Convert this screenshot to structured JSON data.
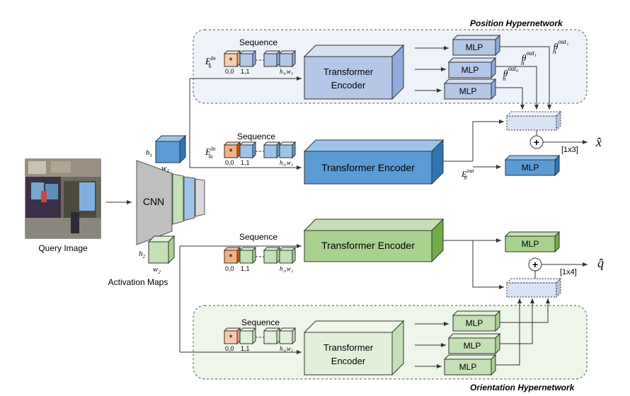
{
  "titles": {
    "position": "Position Hypernetwork",
    "orientation": "Orientation Hypernetwork"
  },
  "labels": {
    "sequence": "Sequence",
    "query_image": "Query Image",
    "activation_maps": "Activation Maps",
    "cnn": "CNN",
    "transformer_encoder": "Transformer Encoder",
    "transformer": "Transformer",
    "encoder": "Encoder",
    "mlp": "MLP",
    "star": "*",
    "tok00": "0,0",
    "tok11": "1,1",
    "plus": "+",
    "size_x": "[1x3]",
    "size_q": "[1x4]"
  },
  "math": {
    "E": "E",
    "h": "h",
    "m": "m",
    "o": "0",
    "In": "In",
    "out": "out",
    "theta": "θ",
    "out0": "out₀",
    "out1": "out₁",
    "out2": "out₂",
    "h1": "h",
    "w1": "w",
    "sub1": "1",
    "sub2": "2",
    "h1w1": "h₁,w₁",
    "h2w2": "h₂,w₂",
    "xhat": "x̂",
    "qhat": "q̂"
  },
  "colors": {
    "pos_panel_bg": "#eef2f9",
    "ori_panel_bg": "#eef5e9",
    "pos_light": "#b4c7e7",
    "pos_dark": "#5b9bd5",
    "ori_light": "#c5e0b4",
    "ori_mid": "#a9d18e",
    "star_light": "#f8cbad",
    "star_dark": "#f4b183",
    "cnn_gray": "#bfbfbf"
  }
}
